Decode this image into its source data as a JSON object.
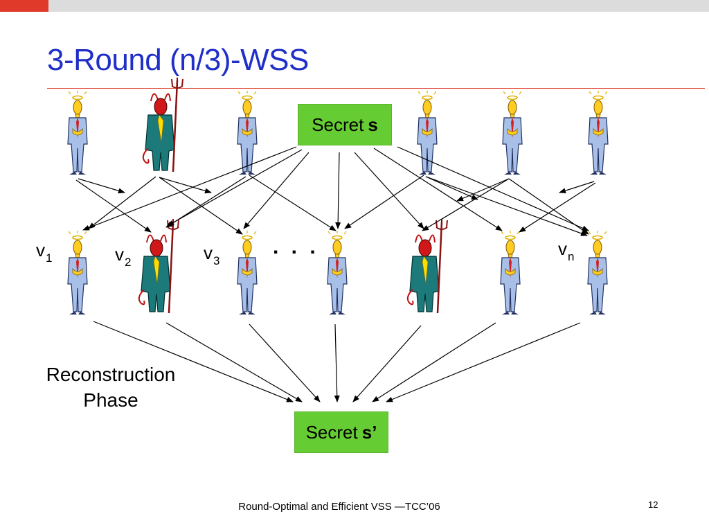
{
  "slide": {
    "title": "3-Round (n/3)-WSS",
    "secret_label": "Secret",
    "secret_var": "s",
    "secret_out_label": "Secret",
    "secret_out_var": "s’",
    "ellipsis": ". . .",
    "reconstruction": "Reconstruction",
    "phase": "Phase",
    "footer": "Round-Optimal and Efficient VSS —TCC’06",
    "page_number": "12"
  },
  "vertices": [
    {
      "v": "v",
      "sub": "1"
    },
    {
      "v": "v",
      "sub": "2"
    },
    {
      "v": "v",
      "sub": "3"
    },
    {
      "v": "v",
      "sub": "n"
    }
  ],
  "colors": {
    "title": "#1f2fc8",
    "accent_red": "#e03a2a",
    "secret_box": "#66cc33",
    "angel_body": "#a8c0e8",
    "devil_body": "#1c7a7a"
  },
  "figures": {
    "top_row": [
      "angel",
      "devil",
      "angel",
      "angel",
      "angel",
      "angel"
    ],
    "middle_row": [
      "angel",
      "devil",
      "angel",
      "angel",
      "devil",
      "angel",
      "angel"
    ]
  }
}
